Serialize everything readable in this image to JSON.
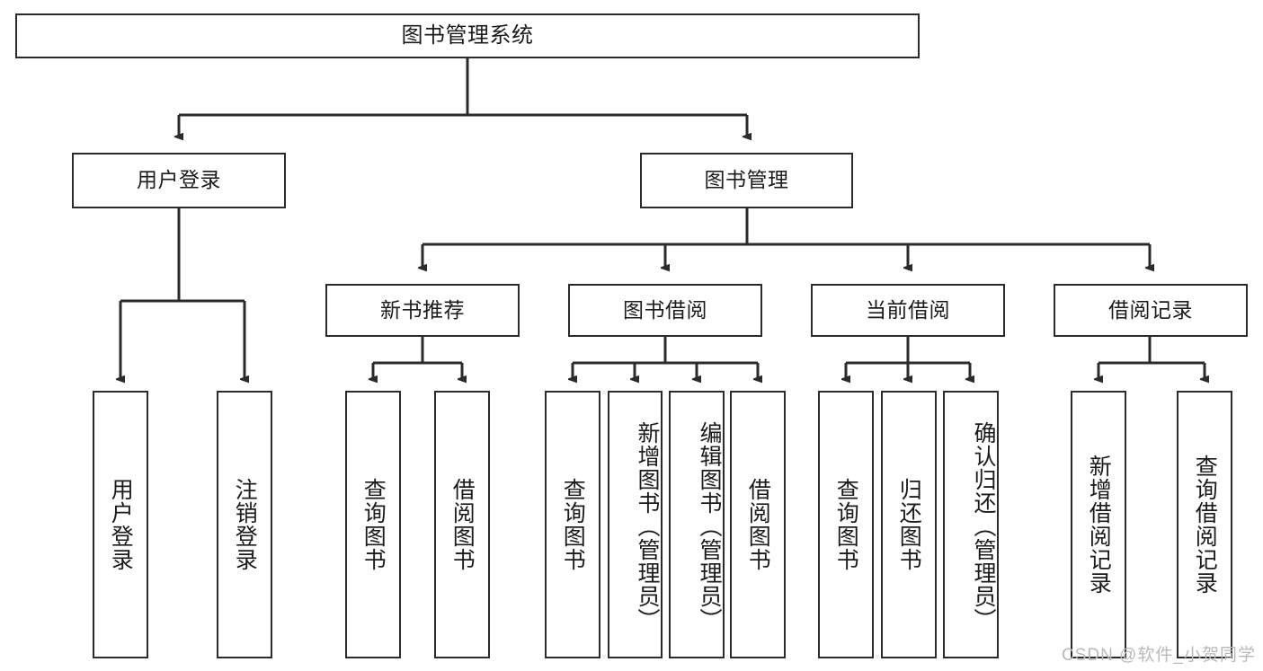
{
  "diagram": {
    "type": "tree-hierarchy-chart",
    "title": "图书管理系统",
    "watermark": "CSDN @软件_小贺同学",
    "colors": {
      "stroke": "#2b2b2b",
      "fill": "#ffffff",
      "text": "#1b1b1b",
      "watermark": "#b9b9b9"
    },
    "nodes": {
      "root": {
        "label": "图书管理系统",
        "level": 1
      },
      "user_login": {
        "label": "用户登录",
        "level": 2
      },
      "book_manage": {
        "label": "图书管理",
        "level": 2
      },
      "new_book_rec": {
        "label": "新书推荐",
        "level": 3
      },
      "book_borrow": {
        "label": "图书借阅",
        "level": 3
      },
      "current_borrow": {
        "label": "当前借阅",
        "level": 3
      },
      "borrow_record": {
        "label": "借阅记录",
        "level": 3
      },
      "leaf_user_login": {
        "label": "用户登录",
        "level": 4
      },
      "leaf_logout": {
        "label": "注销登录",
        "level": 4
      },
      "leaf_query_book_1": {
        "label": "查询图书",
        "level": 4
      },
      "leaf_borrow_book_1": {
        "label": "借阅图书",
        "level": 4
      },
      "leaf_query_book_2": {
        "label": "查询图书",
        "level": 4
      },
      "leaf_add_book_admin": {
        "label": "新增图书（管理员）",
        "level": 4
      },
      "leaf_edit_book_admin": {
        "label": "编辑图书（管理员）",
        "level": 4
      },
      "leaf_borrow_book_2": {
        "label": "借阅图书",
        "level": 4
      },
      "leaf_query_book_3": {
        "label": "查询图书",
        "level": 4
      },
      "leaf_return_book": {
        "label": "归还图书",
        "level": 4
      },
      "leaf_confirm_return_admin": {
        "label": "确认归还（管理员）",
        "level": 4
      },
      "leaf_add_borrow_record": {
        "label": "新增借阅记录",
        "level": 4
      },
      "leaf_query_borrow_record": {
        "label": "查询借阅记录",
        "level": 4
      }
    },
    "edges": [
      {
        "from": "root",
        "to": "user_login"
      },
      {
        "from": "root",
        "to": "book_manage"
      },
      {
        "from": "user_login",
        "to": "leaf_user_login"
      },
      {
        "from": "user_login",
        "to": "leaf_logout"
      },
      {
        "from": "book_manage",
        "to": "new_book_rec"
      },
      {
        "from": "book_manage",
        "to": "book_borrow"
      },
      {
        "from": "book_manage",
        "to": "current_borrow"
      },
      {
        "from": "book_manage",
        "to": "borrow_record"
      },
      {
        "from": "new_book_rec",
        "to": "leaf_query_book_1"
      },
      {
        "from": "new_book_rec",
        "to": "leaf_borrow_book_1"
      },
      {
        "from": "book_borrow",
        "to": "leaf_query_book_2"
      },
      {
        "from": "book_borrow",
        "to": "leaf_add_book_admin"
      },
      {
        "from": "book_borrow",
        "to": "leaf_edit_book_admin"
      },
      {
        "from": "book_borrow",
        "to": "leaf_borrow_book_2"
      },
      {
        "from": "current_borrow",
        "to": "leaf_query_book_3"
      },
      {
        "from": "current_borrow",
        "to": "leaf_return_book"
      },
      {
        "from": "current_borrow",
        "to": "leaf_confirm_return_admin"
      },
      {
        "from": "borrow_record",
        "to": "leaf_add_borrow_record"
      },
      {
        "from": "borrow_record",
        "to": "leaf_query_borrow_record"
      }
    ]
  }
}
